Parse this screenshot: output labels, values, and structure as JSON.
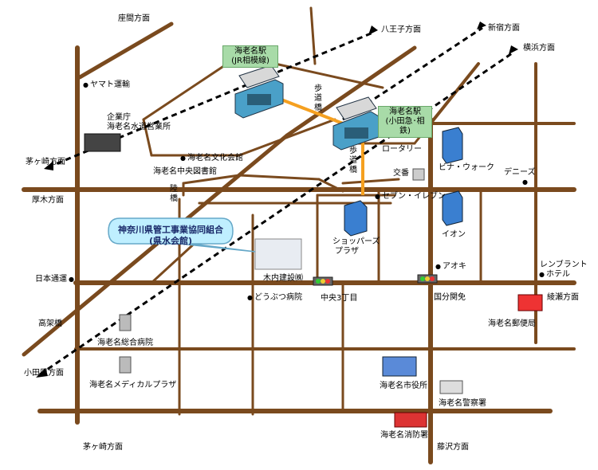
{
  "directions": {
    "zama": "座間方面",
    "hachioji": "八王子方面",
    "shinjuku": "新宿方面",
    "yokohama": "横浜方面",
    "chigasaki_w": "茅ヶ崎方面",
    "atsugi": "厚木方面",
    "odawara": "小田原方面",
    "chigasaki_s": "茅ヶ崎方面",
    "fujisawa": "藤沢方面"
  },
  "stations": {
    "jr": {
      "name": "海老名駅",
      "line": "(JR相模線)"
    },
    "odakyu": {
      "name": "海老名駅",
      "line": "(小田急･相鉄)"
    }
  },
  "walkway": [
    "歩",
    "道",
    "橋"
  ],
  "walkway2": [
    "歩",
    "道",
    "橋"
  ],
  "riku": [
    "陸",
    "橋"
  ],
  "places": {
    "yamato": "ヤマト運輸",
    "water_company": "企業庁",
    "water_office": "海老名水道営業所",
    "culture_hall": "海老名文化会館",
    "library": "海老名中央図書館",
    "rotary": "ロータリー",
    "koban": "交番",
    "seven": "セブン・イレブン",
    "vina": "ビナ・ウォーク",
    "dennys": "デニーズ",
    "shoppers1": "ショッパーズ",
    "shoppers2": "プラザ",
    "aeon": "イオン",
    "rembrandt1": "レンブラント",
    "rembrandt2": "ホテル",
    "nihon_dori": "日本通運",
    "kiuchi": "木内建設㈱",
    "chuo3": "中央3丁目",
    "aoki": "アオキ",
    "kokubun": "国分関免",
    "ayase": "綾瀬方面",
    "zoo_hospital": "どうぶつ病院",
    "post": "海老名郵便局",
    "koka": "高架橋",
    "general_hospital": "海老名総合病院",
    "medical": "海老名メディカルプラザ",
    "city_hall": "海老名市役所",
    "police": "海老名警察署",
    "fire": "海老名消防署"
  },
  "callout": {
    "line1": "神奈川県管工事業協同組合",
    "line2": "(県水会館)"
  },
  "colors": {
    "road": "#7a4a1e",
    "rail": "#000000",
    "walkway": "#f5a020",
    "callout": "#bfefff"
  }
}
